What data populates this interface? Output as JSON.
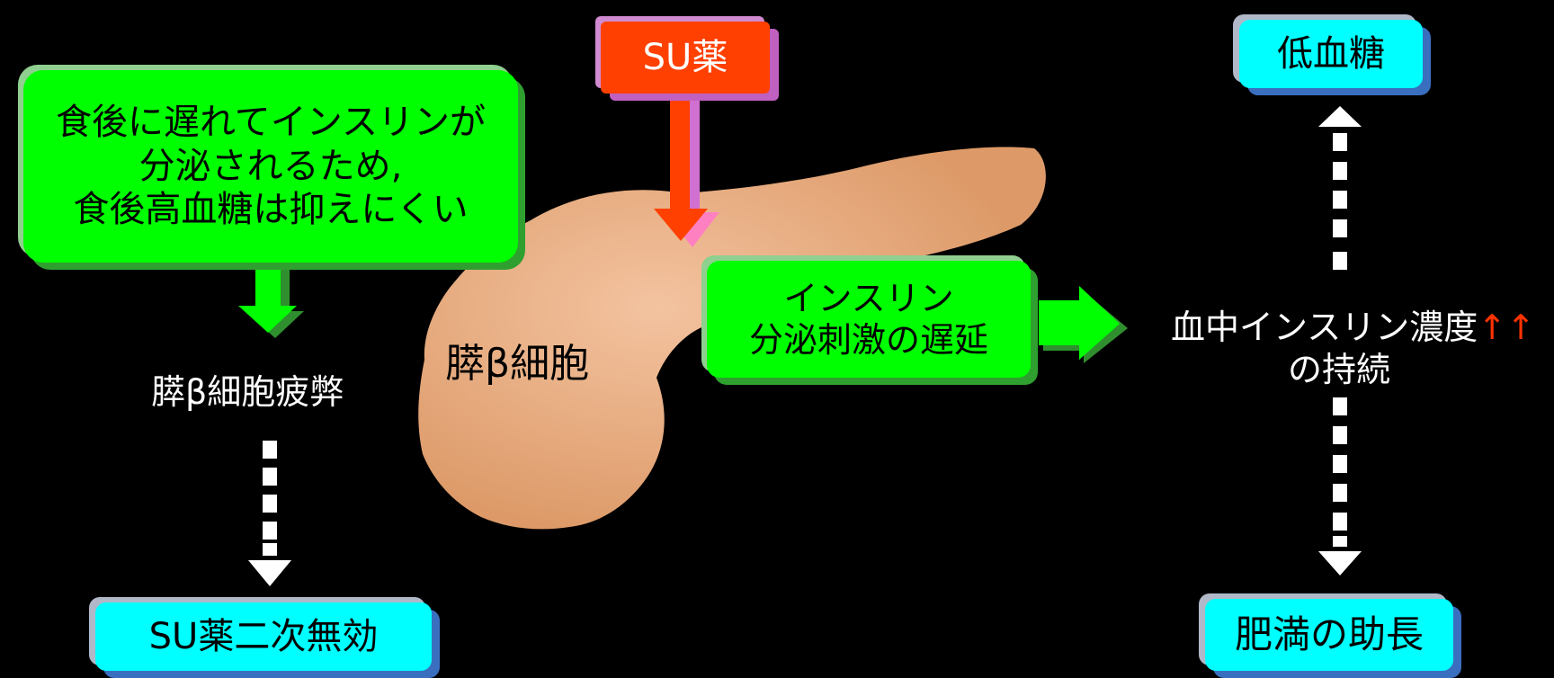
{
  "boxes": {
    "su_drug": "SU薬",
    "delay_line1": "食後に遅れてインスリンが",
    "delay_line2": "分泌されるため,",
    "delay_line3": "食後高血糖は抑えにくい",
    "stim_line1": "インスリン",
    "stim_line2": "分泌刺激の遅延",
    "hypoglycemia": "低血糖",
    "obesity": "肥満の助長",
    "su_failure": "SU薬二次無効"
  },
  "labels": {
    "beta_cell": "膵β細胞",
    "beta_fatigue": "膵β細胞疲弊",
    "insulin_conc_line1": "血中インスリン濃度",
    "insulin_conc_line2": "の持続",
    "up_arrows": "↑↑"
  },
  "colors": {
    "background": "#000000",
    "green_box": "#00ff00",
    "cyan_box": "#00ffff",
    "red_box": "#ff4000",
    "pancreas": "#e8a878",
    "up_arrow": "#ff3300"
  }
}
